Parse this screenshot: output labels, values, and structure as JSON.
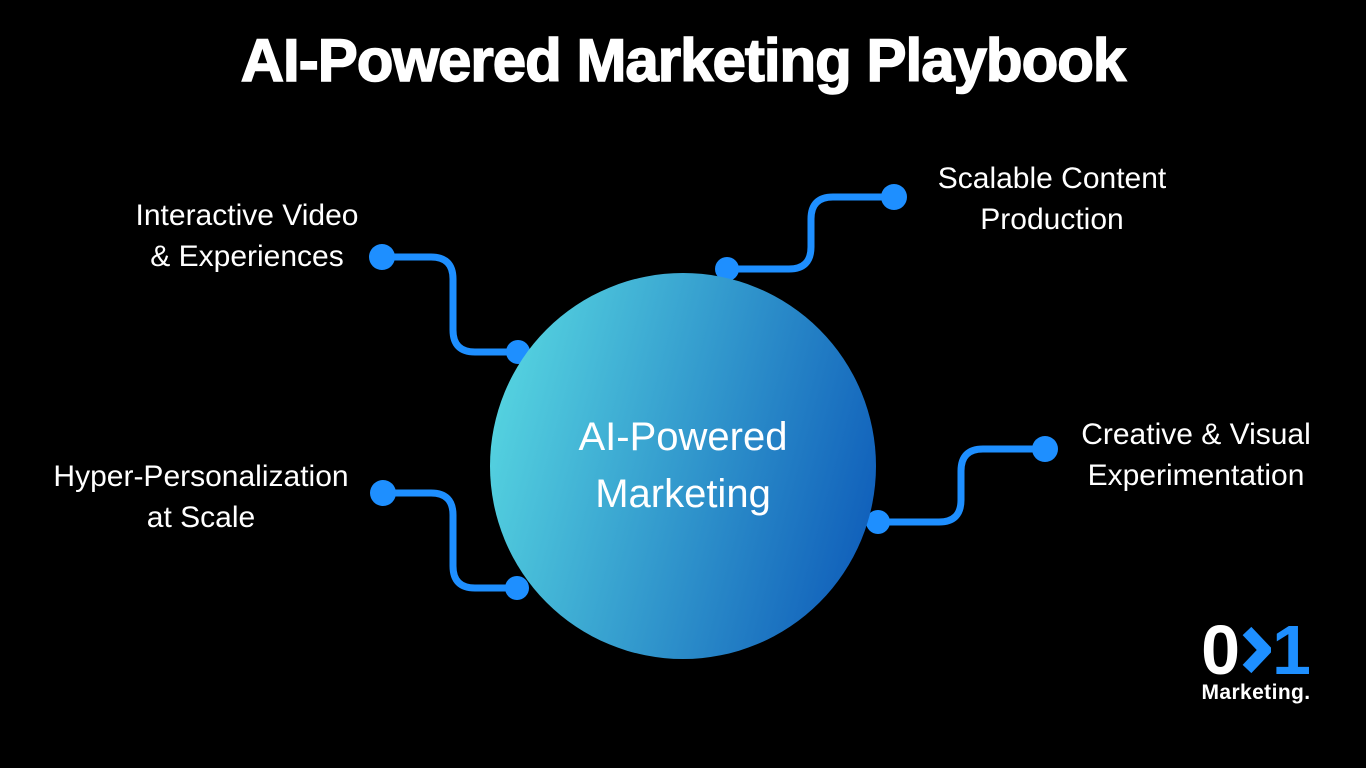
{
  "title": "AI-Powered Marketing Playbook",
  "center": {
    "label": "AI-Powered Marketing",
    "lines": [
      "AI-Powered",
      "Marketing"
    ]
  },
  "nodes": [
    {
      "id": "interactive-video",
      "label": "Interactive Video & Experiences",
      "lines": [
        "Interactive Video",
        "& Experiences"
      ],
      "position": "left-top"
    },
    {
      "id": "scalable-content",
      "label": "Scalable Content Production",
      "lines": [
        "Scalable Content",
        "Production"
      ],
      "position": "right-top"
    },
    {
      "id": "hyper-personalization",
      "label": "Hyper-Personalization at Scale",
      "lines": [
        "Hyper-Personalization",
        "at Scale"
      ],
      "position": "left-bottom"
    },
    {
      "id": "creative-visual",
      "label": "Creative & Visual Experimentation",
      "lines": [
        "Creative & Visual",
        "Experimentation"
      ],
      "position": "right-bottom"
    }
  ],
  "logo": {
    "zero": "0",
    "one": "1",
    "chevron_icon": ">",
    "wordmark": "Marketing."
  },
  "colors": {
    "background": "#000000",
    "text": "#ffffff",
    "accent": "#1e8fff",
    "circle_gradient_from": "#5bdde3",
    "circle_gradient_to": "#0a55b7"
  }
}
